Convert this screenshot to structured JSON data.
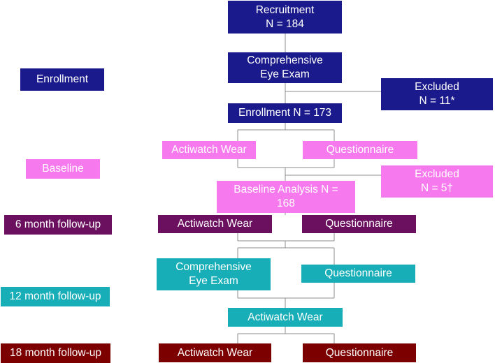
{
  "colors": {
    "enrollment": "#1a1a8c",
    "baseline": "#f779ee",
    "month6": "#6b0f5f",
    "month12": "#17aeb8",
    "month18": "#7d0000",
    "connector": "#8c8c8c"
  },
  "phases": {
    "enrollment": "Enrollment",
    "baseline": "Baseline",
    "month6": "6 month follow-up",
    "month12": "12 month follow-up",
    "month18": "18 month follow-up"
  },
  "flow": {
    "recruitment": "Recruitment\nN = 184",
    "eye_exam": "Comprehensive\nEye Exam",
    "excluded_enrollment": "Excluded\nN = 11*",
    "enrollment_n": "Enrollment N = 173",
    "baseline_actiwatch": "Actiwatch Wear",
    "baseline_questionnaire": "Questionnaire",
    "excluded_baseline": "Excluded\nN = 5†",
    "baseline_analysis": "Baseline Analysis N =\n168",
    "m6_actiwatch": "Actiwatch Wear",
    "m6_questionnaire": "Questionnaire",
    "m12_eye_exam": "Comprehensive\nEye Exam",
    "m12_questionnaire": "Questionnaire",
    "m12_actiwatch": "Actiwatch Wear",
    "m18_actiwatch": "Actiwatch Wear",
    "m18_questionnaire": "Questionnaire"
  }
}
